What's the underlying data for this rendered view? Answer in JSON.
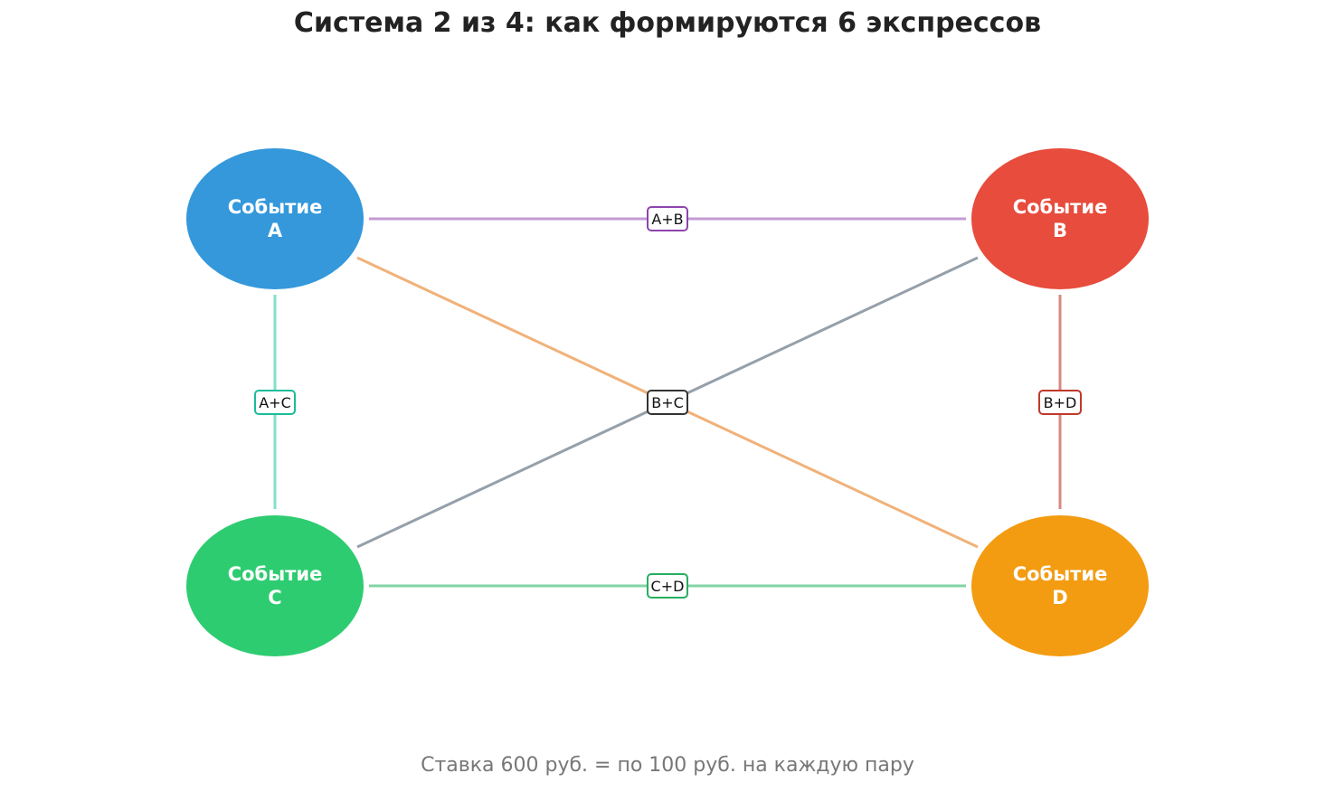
{
  "title": "Система 2 из 4: как формируются 6 экспрессов",
  "footer": "Ставка 600 руб. = по 100 руб. на каждую пару",
  "nodes": [
    {
      "id": "A",
      "line1": "Событие",
      "line2": "A",
      "color": "#3498db"
    },
    {
      "id": "B",
      "line1": "Событие",
      "line2": "B",
      "color": "#e74c3c"
    },
    {
      "id": "C",
      "line1": "Событие",
      "line2": "C",
      "color": "#2ecc71"
    },
    {
      "id": "D",
      "line1": "Событие",
      "line2": "D",
      "color": "#f39c12"
    }
  ],
  "edges": [
    {
      "from": "A",
      "to": "B",
      "label": "A+B",
      "line_color": "#c39bd3",
      "box_color": "#8e44ad"
    },
    {
      "from": "A",
      "to": "C",
      "label": "A+C",
      "line_color": "#82e0c8",
      "box_color": "#1abc9c"
    },
    {
      "from": "B",
      "to": "D",
      "label": "B+D",
      "line_color": "#d98880",
      "box_color": "#c0392b"
    },
    {
      "from": "C",
      "to": "D",
      "label": "C+D",
      "line_color": "#82d4a4",
      "box_color": "#27ae60"
    },
    {
      "from": "A",
      "to": "D",
      "label": "",
      "line_color": "#f0b27a",
      "box_color": ""
    },
    {
      "from": "B",
      "to": "C",
      "label": "B+C",
      "line_color": "#95a0aa",
      "box_color": "#333333"
    }
  ]
}
